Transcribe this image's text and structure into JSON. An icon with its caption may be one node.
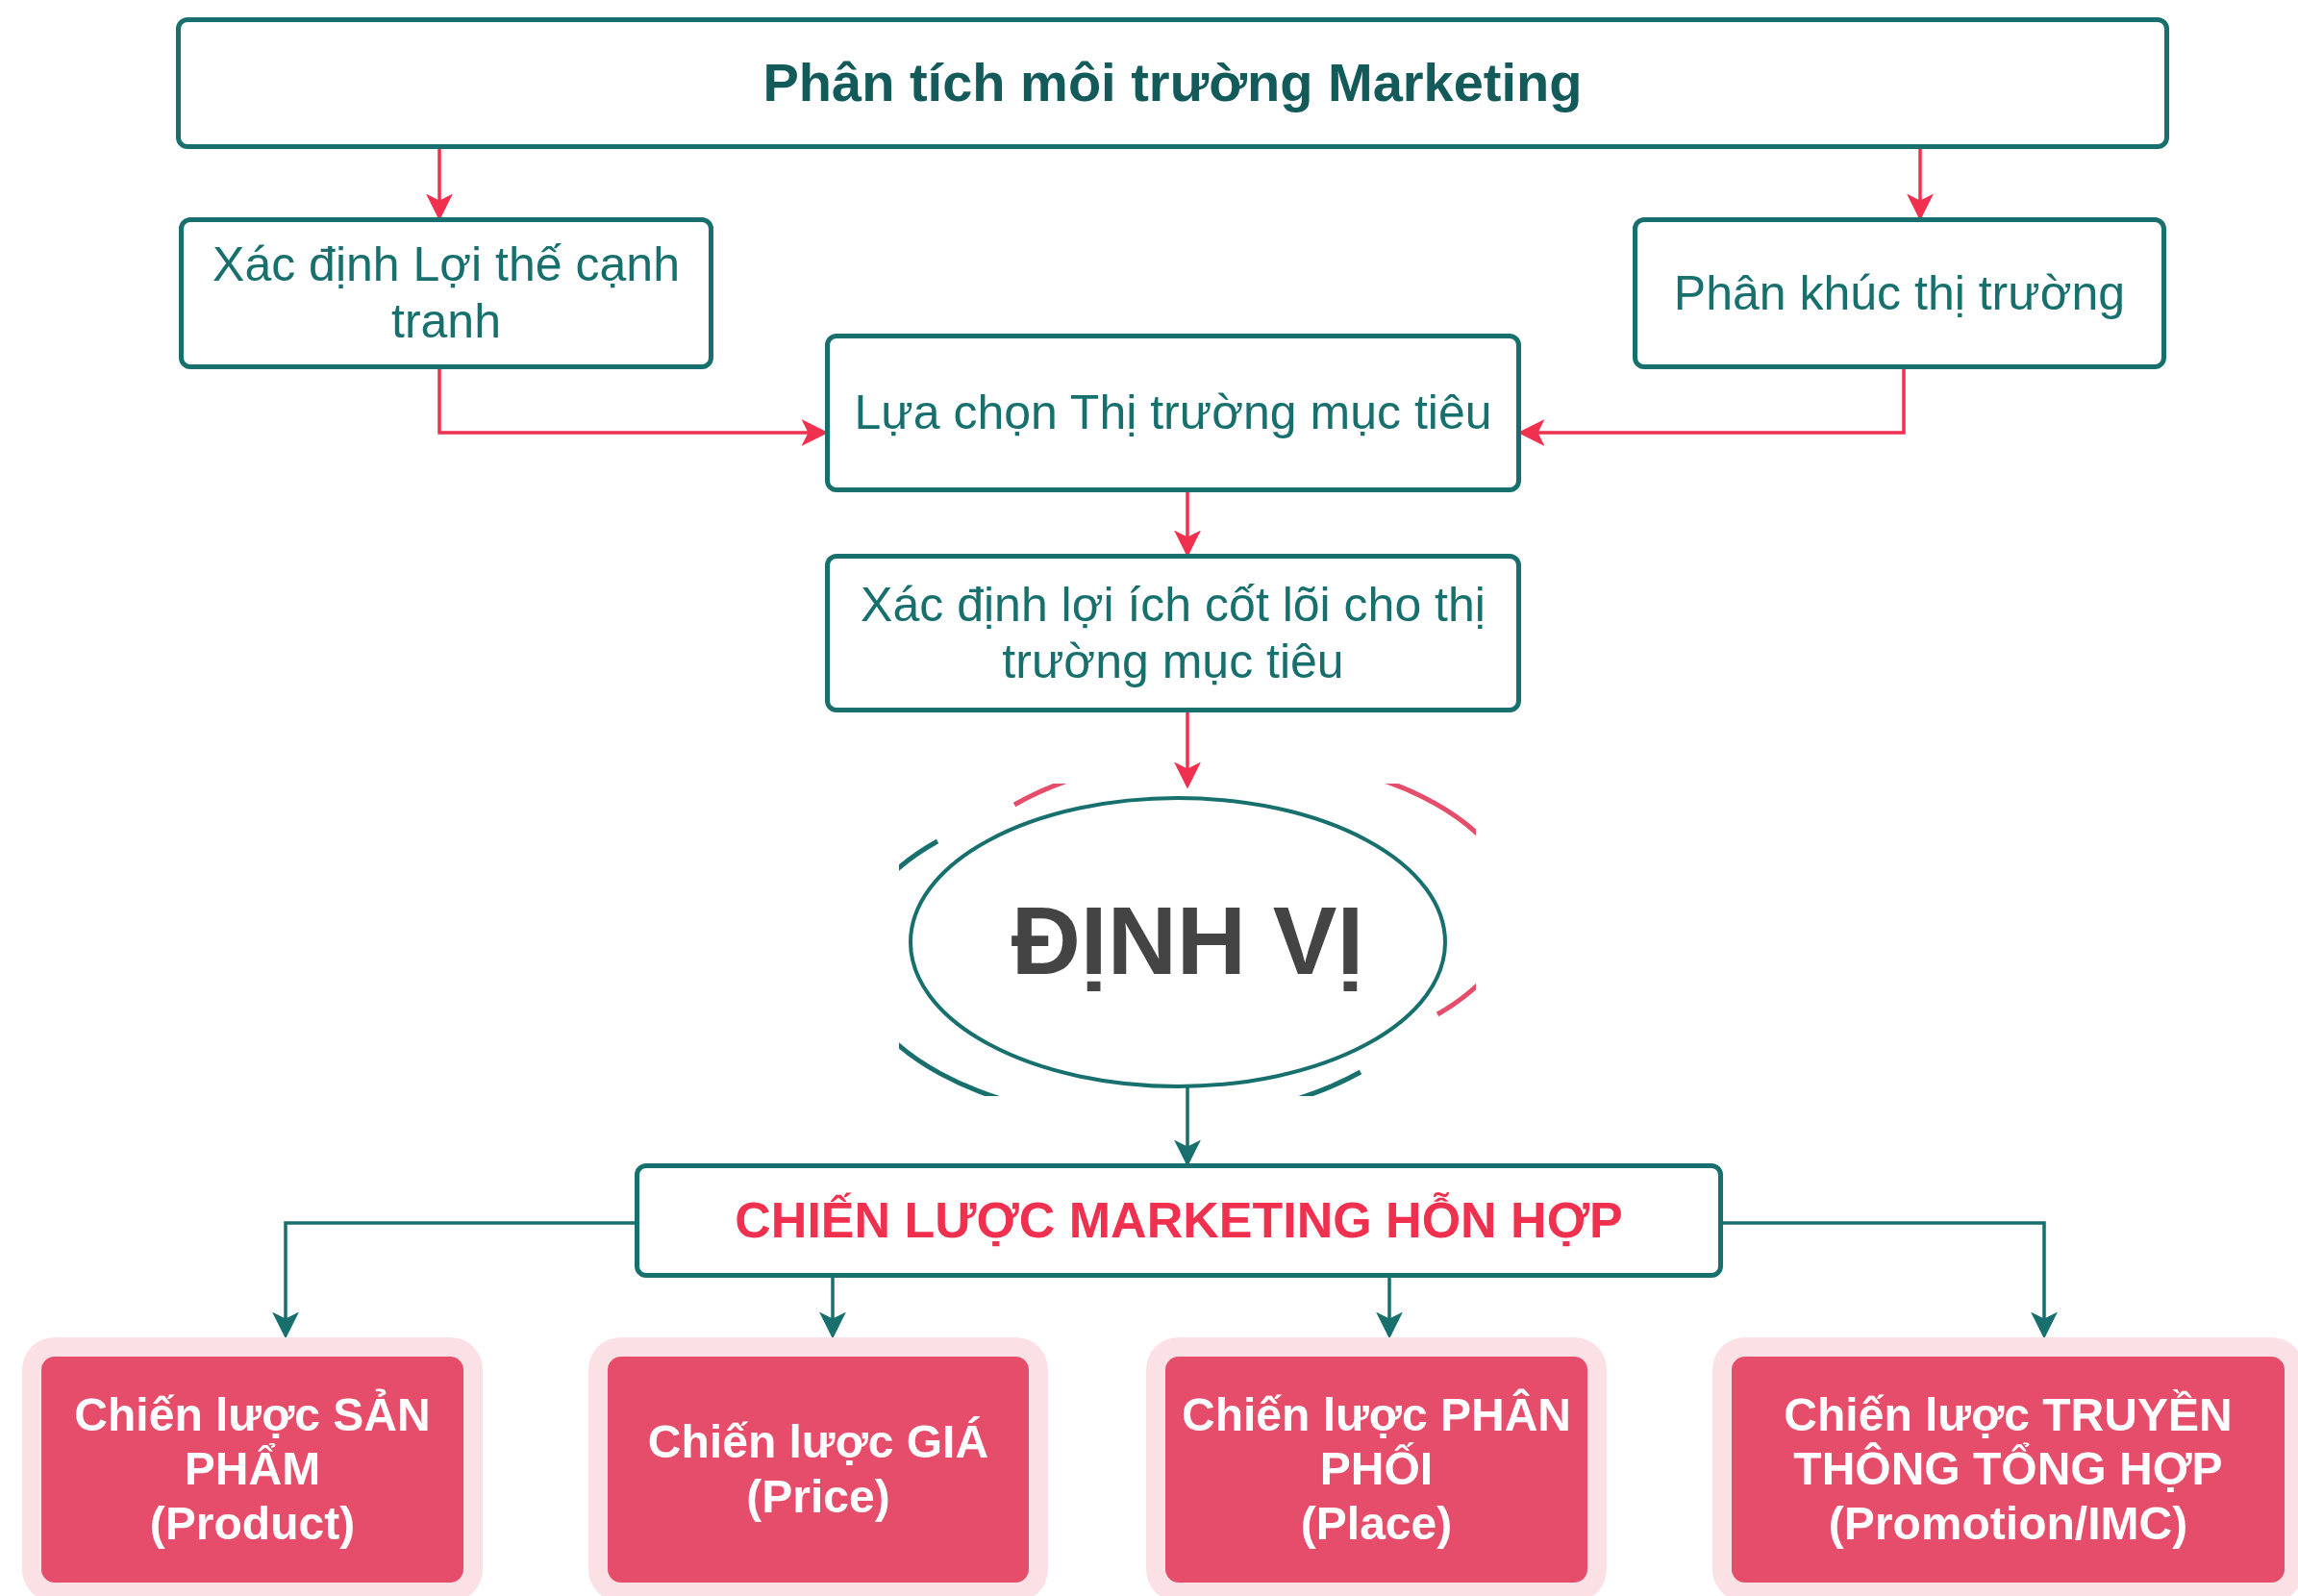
{
  "diagram": {
    "nodes": [
      {
        "text": [
          "Phân tích môi trường Marketing"
        ]
      },
      {
        "text": [
          "Xác định Lợi thế cạnh tranh"
        ]
      },
      {
        "text": [
          "Phân khúc thị trường"
        ]
      },
      {
        "text": [
          "Lựa chọn Thị trường mục tiêu"
        ]
      },
      {
        "text": [
          "Xác định lợi ích cốt lõi cho thị trường mục tiêu"
        ]
      },
      {
        "text": [
          "ĐỊNH VỊ"
        ]
      },
      {
        "text": [
          "CHIẾN LƯỢC MARKETING HỖN HỢP"
        ]
      },
      {
        "text": [
          "Chiến lược SẢN PHẨM",
          "(Product)"
        ]
      },
      {
        "text": [
          "Chiến lược GIÁ",
          "(Price)"
        ]
      },
      {
        "text": [
          "Chiến lược PHÂN PHỐI",
          "(Place)"
        ]
      },
      {
        "text": [
          "Chiến lược TRUYỀN THÔNG TỔNG HỢP",
          "(Promotion/IMC)"
        ]
      }
    ],
    "edges": [
      {
        "from": 0,
        "to": 1,
        "arrow": "to"
      },
      {
        "from": 0,
        "to": 2,
        "arrow": "to"
      },
      {
        "from": 1,
        "to": 3,
        "arrow": "to"
      },
      {
        "from": 2,
        "to": 3,
        "arrow": "to"
      },
      {
        "from": 3,
        "to": 4,
        "arrow": "to"
      },
      {
        "from": 4,
        "to": 5,
        "arrow": "to"
      },
      {
        "from": 5,
        "to": 6,
        "arrow": "to",
        "color": "#17706e"
      },
      {
        "from": 6,
        "to": 7,
        "arrow": "to",
        "color": "#17706e"
      },
      {
        "from": 6,
        "to": 8,
        "arrow": "to",
        "color": "#17706e"
      },
      {
        "from": 6,
        "to": 9,
        "arrow": "to",
        "color": "#17706e"
      },
      {
        "from": 6,
        "to": 10,
        "arrow": "to",
        "color": "#17706e"
      }
    ]
  }
}
